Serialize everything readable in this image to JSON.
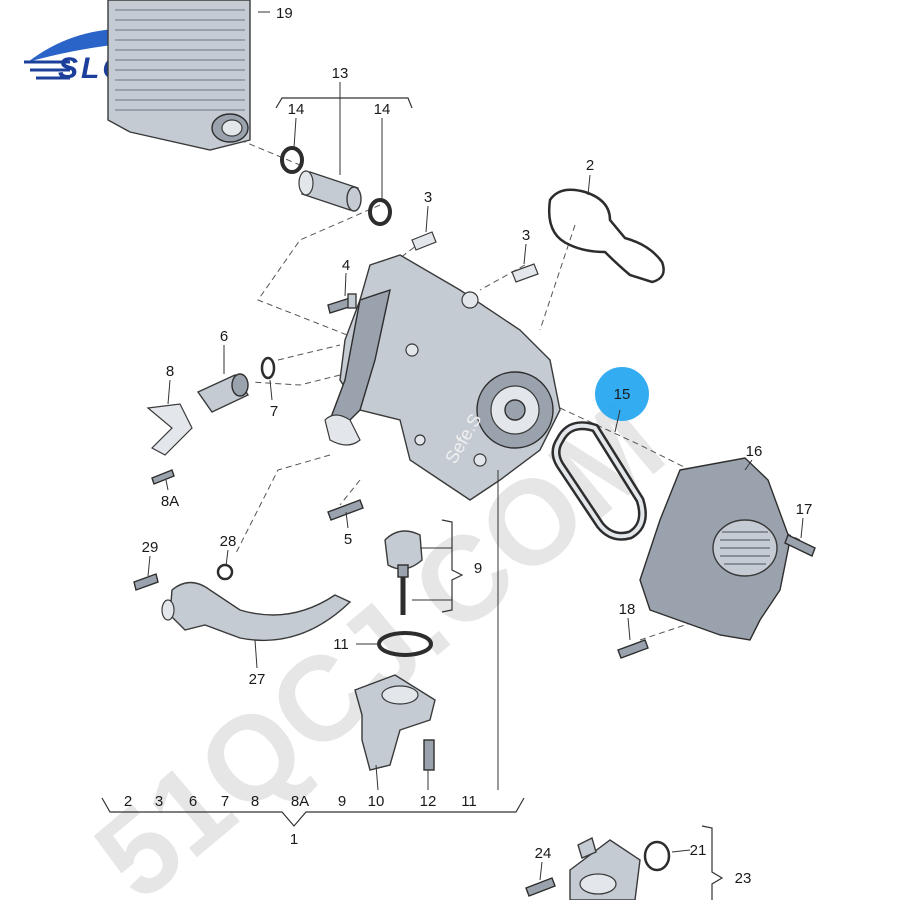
{
  "logo": {
    "text": "SLQP",
    "color": "#1b3f9a"
  },
  "watermark": {
    "text": "51QCJ.COM",
    "side_text": "Sefe.S"
  },
  "highlight": {
    "label": "15",
    "color": "#29a8f0"
  },
  "callouts": {
    "c19": "19",
    "c13": "13",
    "c14a": "14",
    "c14b": "14",
    "c2": "2",
    "c3a": "3",
    "c3b": "3",
    "c4": "4",
    "c6": "6",
    "c7": "7",
    "c8": "8",
    "c8A": "8A",
    "c5": "5",
    "c9": "9",
    "c16": "16",
    "c17": "17",
    "c18": "18",
    "c28": "28",
    "c29": "29",
    "c11": "11",
    "c27": "27",
    "c10": "10",
    "c12": "12",
    "c24": "24",
    "c21": "21",
    "c23": "23",
    "c1": "1"
  },
  "bottom_row": [
    "2",
    "3",
    "6",
    "7",
    "8",
    "8A",
    "9",
    "10",
    "12",
    "11"
  ]
}
